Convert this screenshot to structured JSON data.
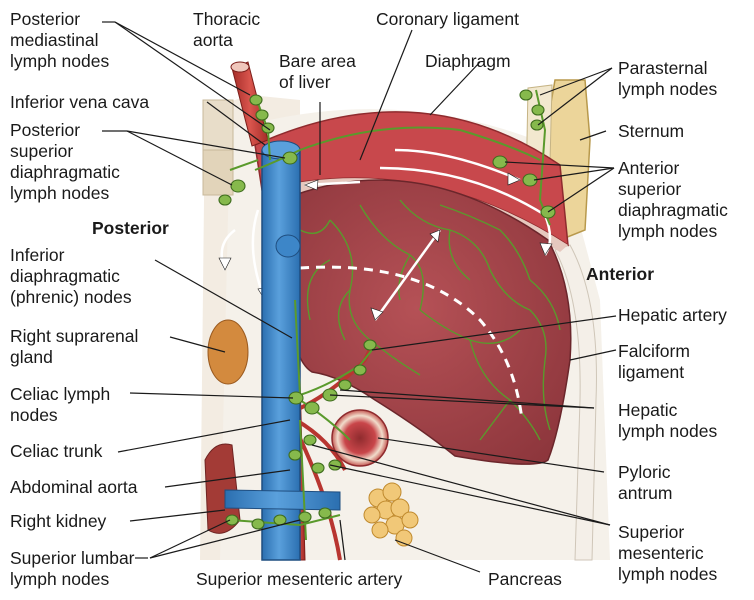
{
  "labels": {
    "posterior_mediastinal": "Posterior\nmediastinal\nlymph nodes",
    "thoracic_aorta": "Thoracic\naorta",
    "coronary_ligament": "Coronary ligament",
    "bare_area": "Bare area\nof liver",
    "diaphragm": "Diaphragm",
    "parasternal": "Parasternal\nlymph nodes",
    "inferior_vena_cava": "Inferior vena cava",
    "sternum": "Sternum",
    "posterior_superior_diaphragmatic": "Posterior\nsuperior\ndiaphragmatic\nlymph nodes",
    "anterior_superior_diaphragmatic": "Anterior\nsuperior\ndiaphragmatic\nlymph nodes",
    "posterior": "Posterior",
    "anterior": "Anterior",
    "inferior_diaphragmatic": "Inferior\ndiaphragmatic\n(phrenic) nodes",
    "right_suprarenal": "Right suprarenal\ngland",
    "hepatic_artery": "Hepatic artery",
    "falciform": "Falciform\nligament",
    "celiac_lymph": "Celiac lymph\nnodes",
    "hepatic_lymph": "Hepatic\nlymph nodes",
    "celiac_trunk": "Celiac trunk",
    "pyloric_antrum": "Pyloric\nantrum",
    "abdominal_aorta": "Abdominal aorta",
    "right_kidney": "Right kidney",
    "superior_mesenteric_lymph": "Superior\nmesenteric\nlymph nodes",
    "superior_lumbar": "Superior lumbar\nlymph nodes",
    "superior_mesenteric_artery": "Superior mesenteric artery",
    "pancreas": "Pancreas"
  },
  "colors": {
    "liver": "#a9454a",
    "liver_dark": "#7e2d33",
    "diaphragm": "#c8484c",
    "ivc": "#3d86c8",
    "aorta": "#c23a35",
    "lymph": "#86b94c",
    "sternum": "#ecd59a",
    "pancreas": "#f1c878",
    "suprarenal": "#d38a3e",
    "kidney": "#a33b36",
    "pylorus": "#c9464a"
  }
}
